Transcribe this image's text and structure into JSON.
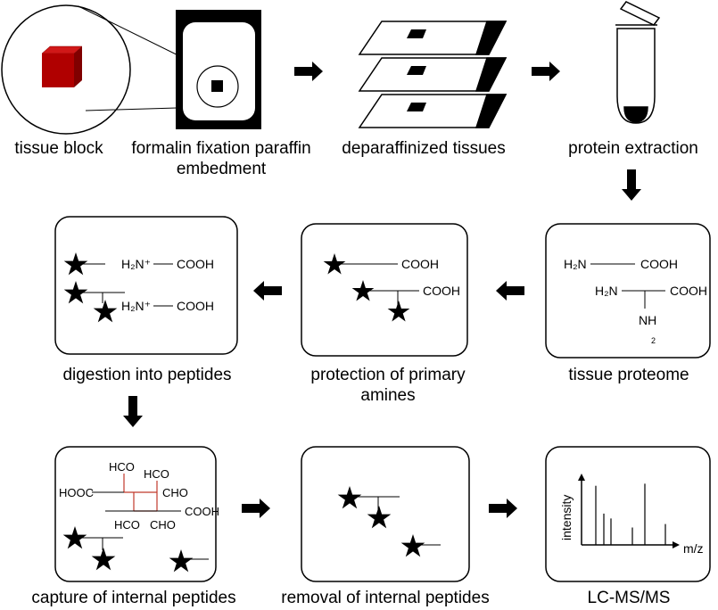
{
  "labels": {
    "tissue_block": "tissue block",
    "ffpe": "formalin fixation paraffin embedment",
    "deparaffinized": "deparaffinized tissues",
    "protein_extraction": "protein extraction",
    "tissue_proteome": "tissue proteome",
    "protection": "protection of primary amines",
    "digestion": "digestion into peptides",
    "capture": "capture of internal peptides",
    "removal": "removal of internal peptides",
    "lcms": "LC-MS/MS"
  },
  "chem": {
    "h2n": "H₂N",
    "h2n_plus": "H₂N⁺",
    "cooh": "COOH",
    "nh": "NH",
    "nh_sub": "2",
    "hco": "HCO",
    "cho": "CHO",
    "hooc": "HOOC"
  },
  "spectrum": {
    "y_label": "intensity",
    "x_label": "m/z",
    "peaks": [
      0.85,
      0.45,
      0.38,
      0.25,
      0.88,
      0.3
    ]
  },
  "colors": {
    "cube_front": "#b00000",
    "cube_top": "#d01818",
    "cube_side": "#800000",
    "linker": "#c0392b",
    "outline": "#000000"
  }
}
